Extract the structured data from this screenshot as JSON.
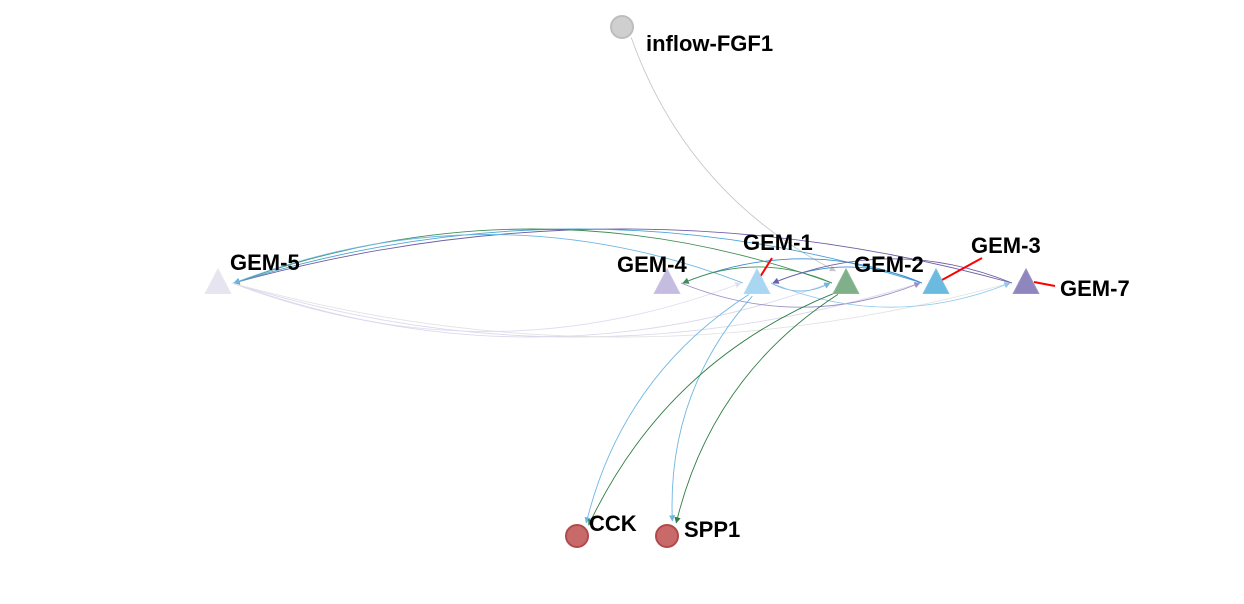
{
  "nodes": [
    {
      "id": "inflow-FGF1",
      "label": "inflow-FGF1",
      "shape": "circle",
      "color": "#cfcfcf"
    },
    {
      "id": "GEM-5",
      "label": "GEM-5",
      "shape": "triangle",
      "color": "#e6e4f0"
    },
    {
      "id": "GEM-4",
      "label": "GEM-4",
      "shape": "triangle",
      "color": "#c4bde0"
    },
    {
      "id": "GEM-1",
      "label": "GEM-1",
      "shape": "triangle",
      "color": "#a9d6f0"
    },
    {
      "id": "GEM-2",
      "label": "GEM-2",
      "shape": "triangle",
      "color": "#7fb08a"
    },
    {
      "id": "GEM-3",
      "label": "GEM-3",
      "shape": "triangle",
      "color": "#6bbae0"
    },
    {
      "id": "GEM-7",
      "label": "GEM-7",
      "shape": "triangle",
      "color": "#8f86bd"
    },
    {
      "id": "CCK",
      "label": "CCK",
      "shape": "circle",
      "color": "#c96a6a"
    },
    {
      "id": "SPP1",
      "label": "SPP1",
      "shape": "circle",
      "color": "#c96a6a"
    }
  ],
  "edges": [
    {
      "from": "inflow-FGF1",
      "to": "GEM-2",
      "color": "#c8c8c8"
    },
    {
      "from": "GEM-7",
      "to": "GEM-5",
      "color": "#6e5fa6"
    },
    {
      "from": "GEM-3",
      "to": "GEM-5",
      "color": "#4aa3d6"
    },
    {
      "from": "GEM-2",
      "to": "GEM-5",
      "color": "#3f8f55"
    },
    {
      "from": "GEM-1",
      "to": "GEM-5",
      "color": "#6fb6e2"
    },
    {
      "from": "GEM-5",
      "to": "GEM-1",
      "color": "#e0def0"
    },
    {
      "from": "GEM-5",
      "to": "GEM-2",
      "color": "#dcd8ec"
    },
    {
      "from": "GEM-5",
      "to": "GEM-3",
      "color": "#dcd8ec"
    },
    {
      "from": "GEM-5",
      "to": "GEM-7",
      "color": "#e2e2e2"
    },
    {
      "from": "GEM-3",
      "to": "GEM-4",
      "color": "#3a8fd0"
    },
    {
      "from": "GEM-2",
      "to": "GEM-4",
      "color": "#3f8f55"
    },
    {
      "from": "GEM-3",
      "to": "GEM-1",
      "color": "#3a8fd0"
    },
    {
      "from": "GEM-7",
      "to": "GEM-1",
      "color": "#6e5fa6"
    },
    {
      "from": "GEM-4",
      "to": "GEM-3",
      "color": "#9a8fc8"
    },
    {
      "from": "GEM-1",
      "to": "GEM-2",
      "color": "#6fb6e2"
    },
    {
      "from": "GEM-1",
      "to": "GEM-7",
      "color": "#8ec8ec"
    },
    {
      "from": "GEM-1",
      "to": "CCK",
      "color": "#6fb6e2"
    },
    {
      "from": "GEM-1",
      "to": "SPP1",
      "color": "#6fb6e2"
    },
    {
      "from": "GEM-2",
      "to": "CCK",
      "color": "#2e7d45"
    },
    {
      "from": "GEM-2",
      "to": "SPP1",
      "color": "#2e7d45"
    }
  ]
}
